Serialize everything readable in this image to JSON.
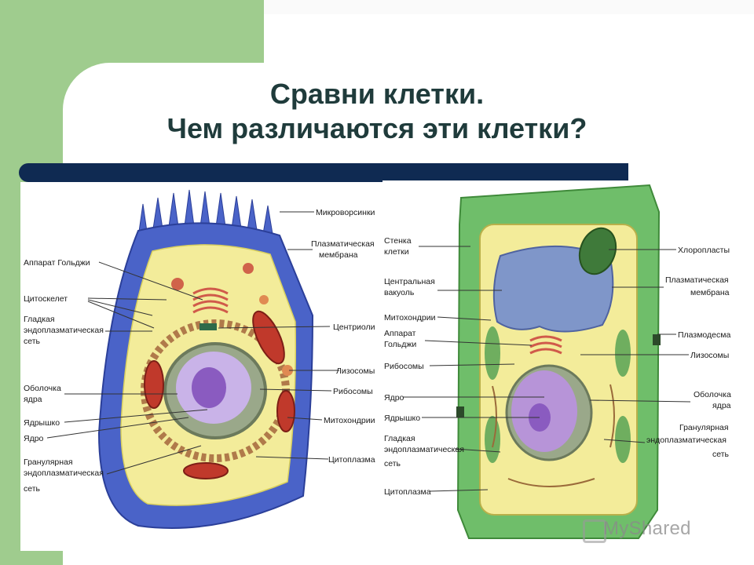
{
  "slide": {
    "title_line1": "Сравни клетки.",
    "title_line2": "Чем различаются эти клетки?"
  },
  "animal_cell": {
    "labels_right": [
      "Микроворсинки",
      "Плазматическая",
      "мембрана",
      "Центриоли",
      "Лизосомы",
      "Рибосомы",
      "Митохондрии",
      "Цитоплазма"
    ],
    "labels_left": [
      "Аппарат Гольджи",
      "Цитоскелет",
      "Гладкая",
      "эндоплазматическая",
      "сеть",
      "Оболочка",
      "ядра",
      "Ядрышко",
      "Ядро",
      "Гранулярная",
      "эндоплазматическая",
      "сеть"
    ]
  },
  "plant_cell": {
    "labels_left": [
      "Стенка",
      "клетки",
      "Центральная",
      "вакуоль",
      "Митохондрии",
      "Аппарат",
      "Гольджи",
      "Рибосомы",
      "Ядро",
      "Ядрышко",
      "Гладкая",
      "эндоплазматическая",
      "сеть",
      "Цитоплазма"
    ],
    "labels_right": [
      "Хлоропласты",
      "Плазматическая",
      "мембрана",
      "Плазмодесма",
      "Лизосомы",
      "Оболочка",
      "ядра",
      "Гранулярная",
      "эндоплазматическая",
      "сеть"
    ]
  },
  "watermark": {
    "text": "MyShared"
  },
  "colors": {
    "green_bg": "#9fcc8e",
    "navy_bar": "#0f2a52",
    "title": "#1f3b3b",
    "animal_membrane": "#4a63c8",
    "animal_cytoplasm": "#f3ec9a",
    "nucleus": "#8a5bc0",
    "plant_wall": "#6fbe6a",
    "vacuole": "#7f96c9",
    "mitochondria": "#c0392b"
  }
}
